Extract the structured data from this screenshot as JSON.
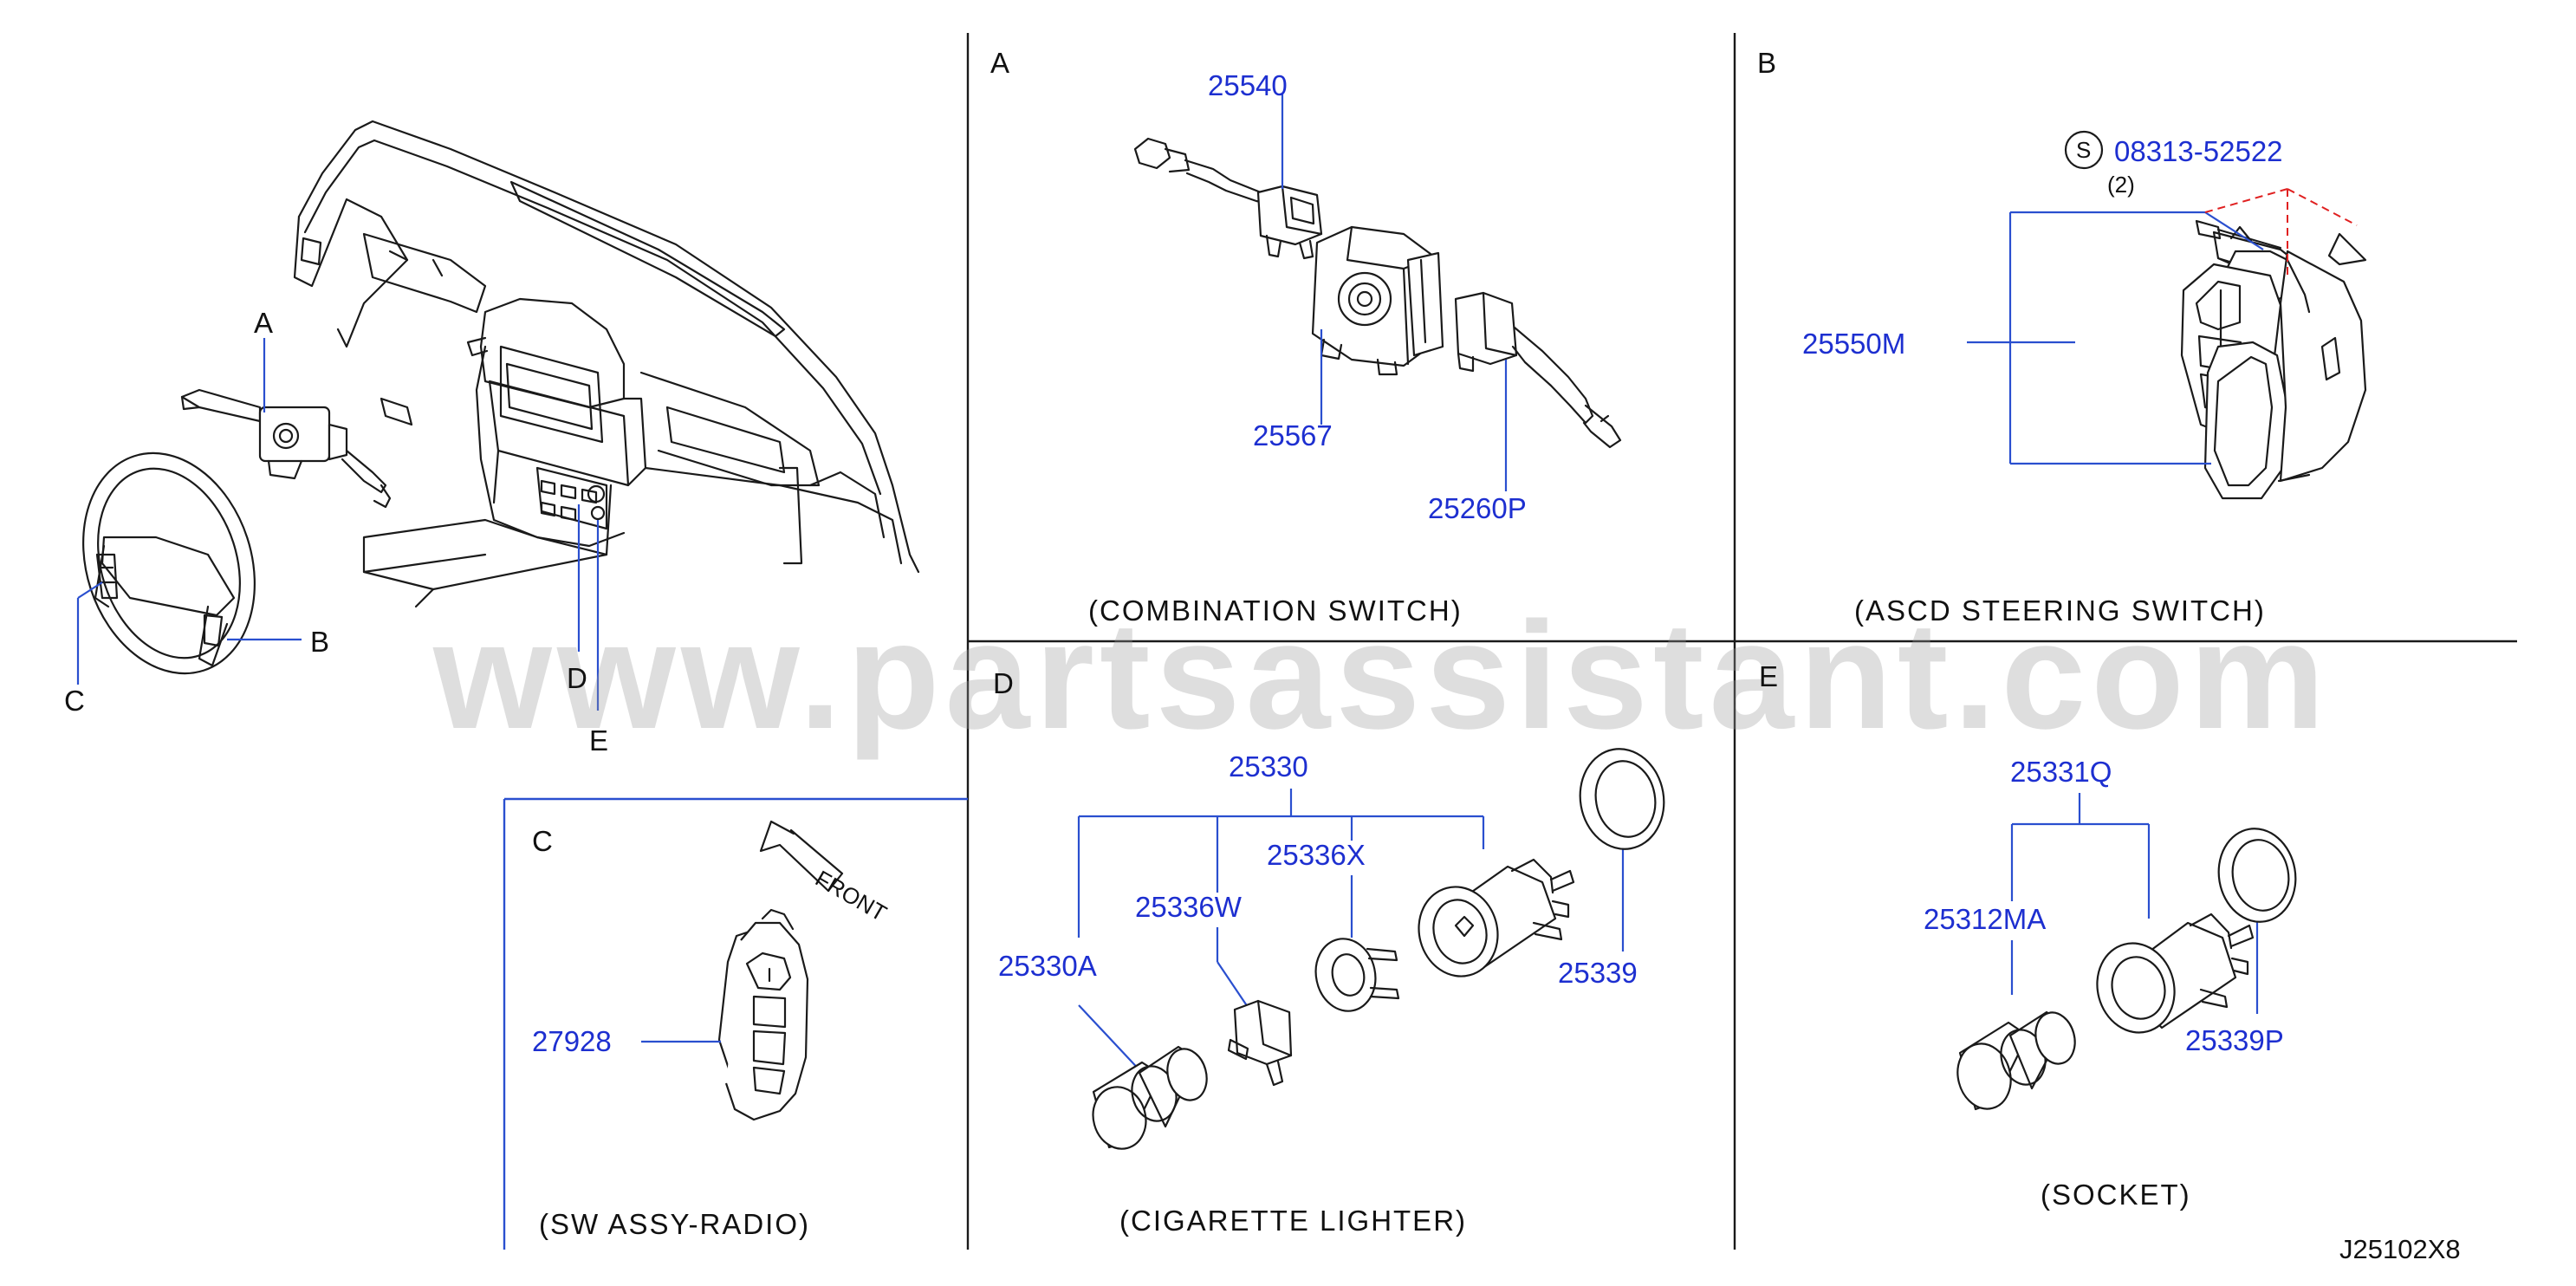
{
  "watermark": "www.partsassistant.com",
  "drawing_code": "J25102X8",
  "overview": {
    "callouts": {
      "a": "A",
      "b": "B",
      "c": "C",
      "d": "D",
      "e": "E"
    }
  },
  "panel_a": {
    "letter": "A",
    "caption": "(COMBINATION  SWITCH)",
    "parts": {
      "p1": "25540",
      "p2": "25567",
      "p3": "25260P"
    }
  },
  "panel_b": {
    "letter": "B",
    "caption": "(ASCD  STEERING  SWITCH)",
    "symbol": "S",
    "screw": "08313-52522",
    "qty": "(2)",
    "part": "25550M"
  },
  "panel_c": {
    "letter": "C",
    "front": "FRONT",
    "part": "27928",
    "caption": "(SW  ASSY-RADIO)"
  },
  "panel_d": {
    "letter": "D",
    "caption": "(CIGARETTE  LIGHTER)",
    "parts": {
      "p1": "25330",
      "p2": "25336X",
      "p3": "25336W",
      "p4": "25330A",
      "p5": "25339"
    }
  },
  "panel_e": {
    "letter": "E",
    "caption": "(SOCKET)",
    "parts": {
      "p1": "25331Q",
      "p2": "25312MA",
      "p3": "25339P"
    }
  }
}
